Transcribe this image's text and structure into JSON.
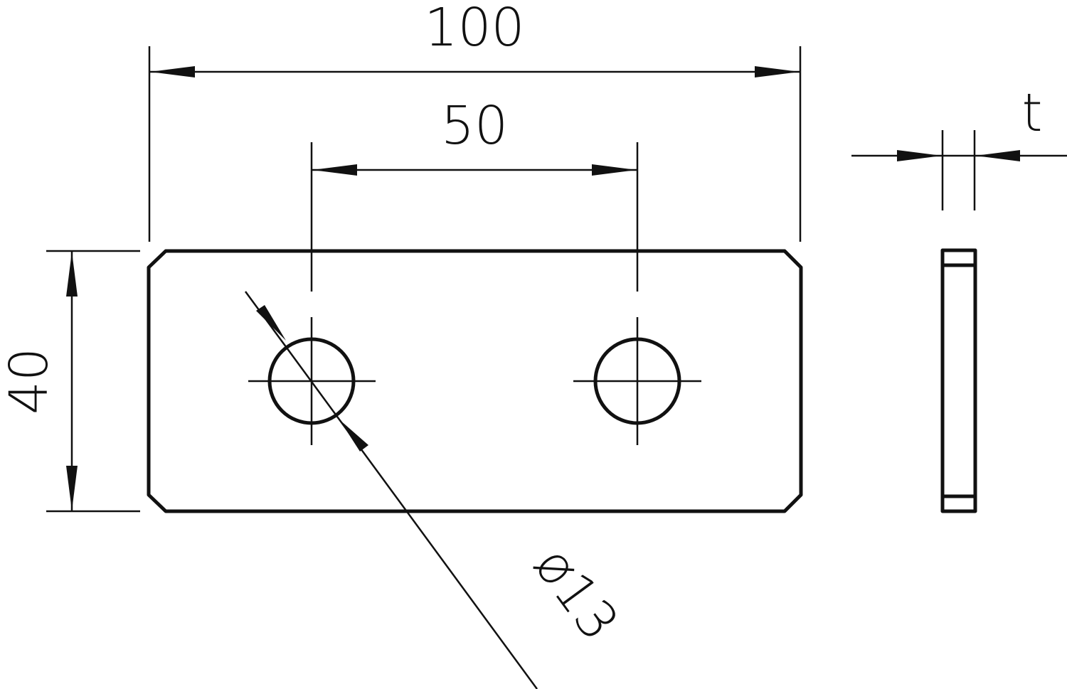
{
  "drawing": {
    "dimensions": {
      "overall_length": "100",
      "hole_spacing": "50",
      "width": "40",
      "hole_diameter": "ø13",
      "thickness": "t"
    },
    "colors": {
      "line": "#111111",
      "background": "#ffffff"
    }
  }
}
